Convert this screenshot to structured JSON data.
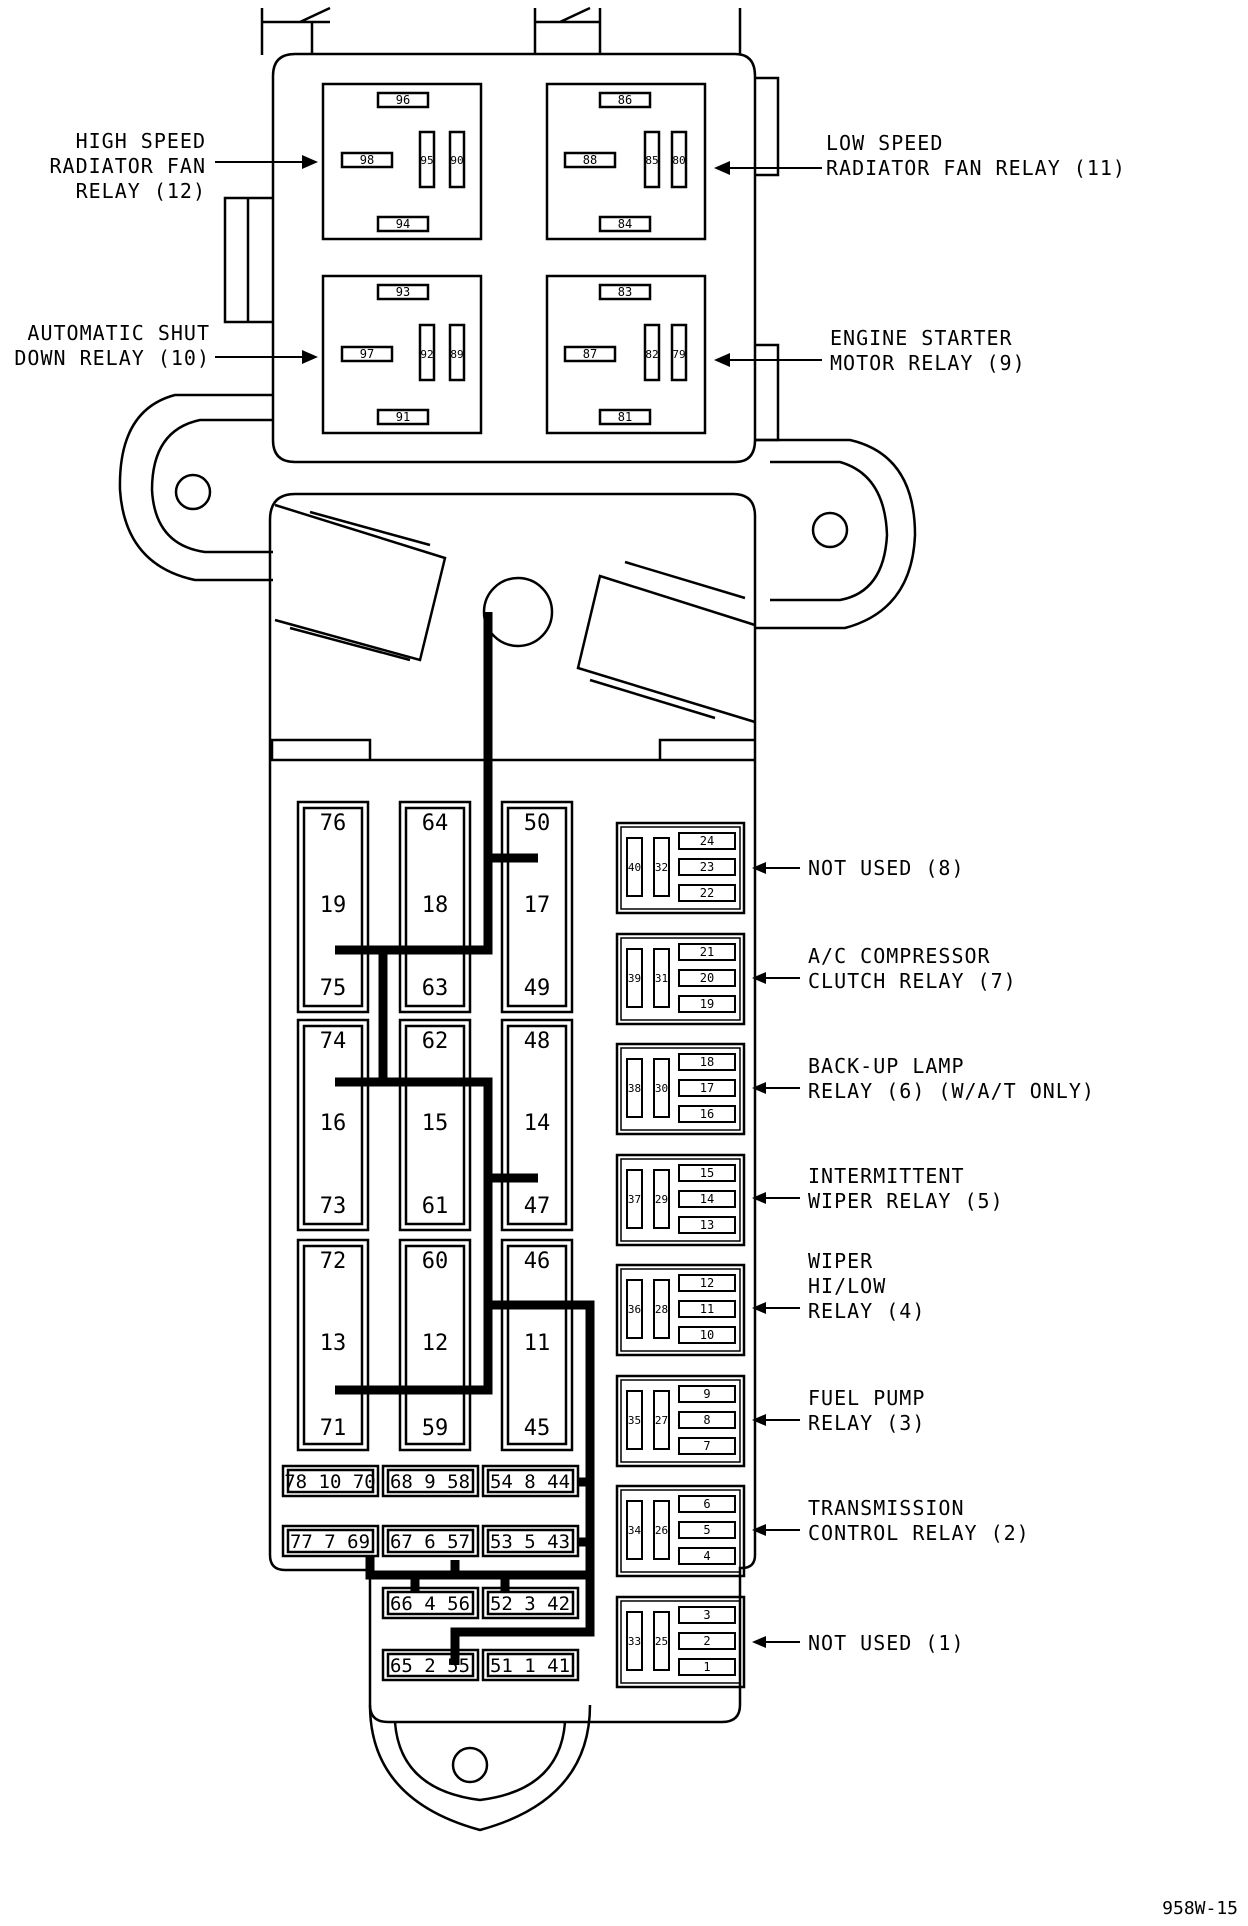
{
  "figure_id": "958W-15",
  "top_relays": [
    {
      "id": "high-speed-radiator-fan",
      "label": [
        "HIGH SPEED",
        "RADIATOR FAN",
        "RELAY (12)"
      ],
      "pins": [
        "96",
        "98",
        "95",
        "90",
        "94"
      ]
    },
    {
      "id": "low-speed-radiator-fan",
      "label": [
        "LOW SPEED",
        "RADIATOR FAN RELAY (11)"
      ],
      "pins": [
        "86",
        "88",
        "85",
        "80",
        "84"
      ]
    },
    {
      "id": "automatic-shut-down",
      "label": [
        "AUTOMATIC SHUT",
        "DOWN RELAY (10)"
      ],
      "pins": [
        "93",
        "97",
        "92",
        "89",
        "91"
      ]
    },
    {
      "id": "engine-starter-motor",
      "label": [
        "ENGINE STARTER",
        "MOTOR RELAY (9)"
      ],
      "pins": [
        "83",
        "87",
        "82",
        "79",
        "81"
      ]
    }
  ],
  "fuse_columns": [
    [
      "76",
      "19",
      "75",
      "74",
      "16",
      "73",
      "72",
      "13",
      "71"
    ],
    [
      "64",
      "18",
      "63",
      "62",
      "15",
      "61",
      "60",
      "12",
      "59"
    ],
    [
      "50",
      "17",
      "49",
      "48",
      "14",
      "47",
      "46",
      "11",
      "45"
    ]
  ],
  "fuse_rows": [
    [
      "78 10 70",
      "68 9 58",
      "54 8 44"
    ],
    [
      "77 7 69",
      "67 6 57",
      "53 5 43"
    ],
    [
      "66 4 56",
      "52 3 42"
    ],
    [
      "65 2 55",
      "51 1 41"
    ]
  ],
  "side_relays": [
    {
      "id": "not-used-8",
      "label": [
        "NOT USED (8)"
      ],
      "pins": [
        "40",
        "32",
        "24",
        "23",
        "22"
      ]
    },
    {
      "id": "ac-compressor-clutch",
      "label": [
        "A/C COMPRESSOR",
        "CLUTCH RELAY (7)"
      ],
      "pins": [
        "39",
        "31",
        "21",
        "20",
        "19"
      ]
    },
    {
      "id": "back-up-lamp",
      "label": [
        "BACK-UP LAMP",
        "RELAY (6) (W/A/T ONLY)"
      ],
      "pins": [
        "38",
        "30",
        "18",
        "17",
        "16"
      ]
    },
    {
      "id": "intermittent-wiper",
      "label": [
        "INTERMITTENT",
        "WIPER RELAY (5)"
      ],
      "pins": [
        "37",
        "29",
        "15",
        "14",
        "13"
      ]
    },
    {
      "id": "wiper-hi-low",
      "label": [
        "WIPER",
        "HI/LOW",
        "RELAY (4)"
      ],
      "pins": [
        "36",
        "28",
        "12",
        "11",
        "10"
      ]
    },
    {
      "id": "fuel-pump",
      "label": [
        "FUEL PUMP",
        "RELAY (3)"
      ],
      "pins": [
        "35",
        "27",
        "9",
        "8",
        "7"
      ]
    },
    {
      "id": "transmission-control",
      "label": [
        "TRANSMISSION",
        "CONTROL RELAY (2)"
      ],
      "pins": [
        "34",
        "26",
        "6",
        "5",
        "4"
      ]
    },
    {
      "id": "not-used-1",
      "label": [
        "NOT USED (1)"
      ],
      "pins": [
        "33",
        "25",
        "3",
        "2",
        "1"
      ]
    }
  ]
}
